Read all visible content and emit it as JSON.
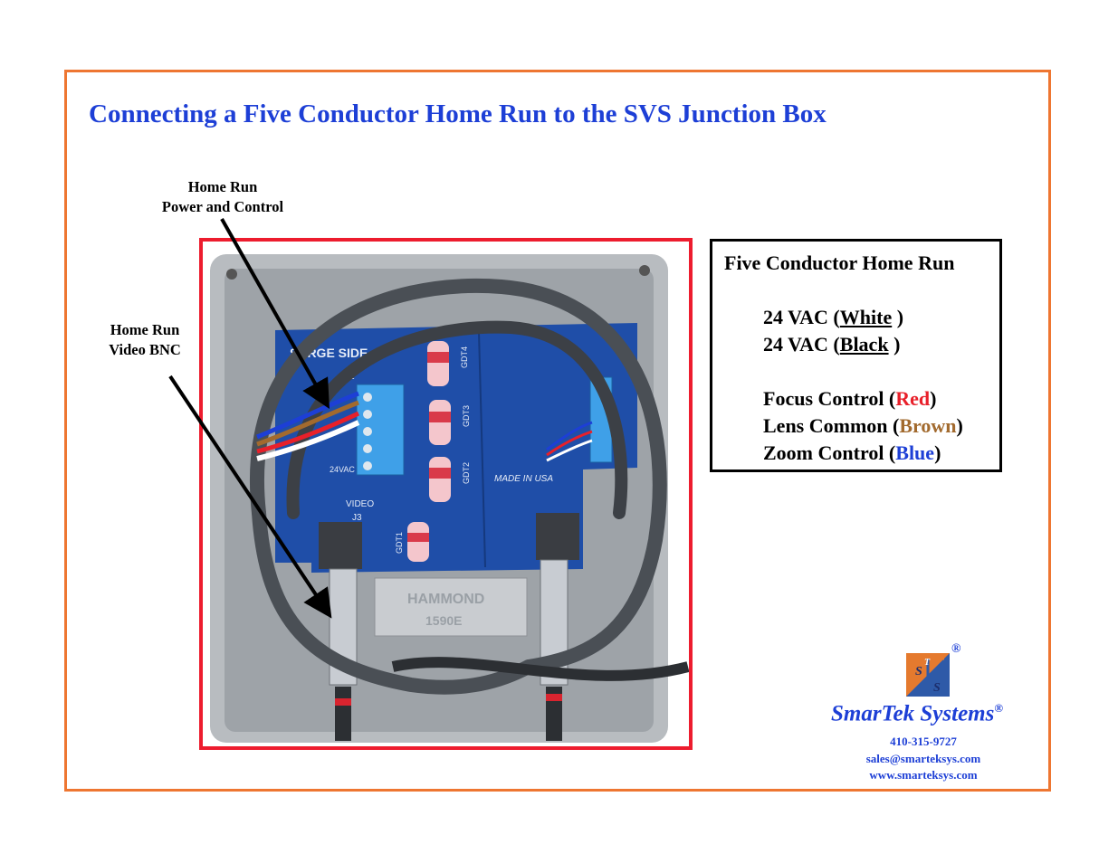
{
  "title": "Connecting a Five Conductor Home Run to the SVS Junction Box",
  "callouts": {
    "power": {
      "line1": "Home Run",
      "line2": "Power and Control"
    },
    "video": {
      "line1": "Home Run",
      "line2": "Video BNC"
    }
  },
  "photo_labels": {
    "surge_side": "SURGE SIDE",
    "j1": "J1",
    "j3": "J3",
    "video": "VIDEO",
    "vac": "24VAC",
    "made_in": "MADE IN USA",
    "gdt1": "GDT1",
    "gdt2": "GDT2",
    "gdt3": "GDT3",
    "gdt4": "GDT4",
    "hammond1": "HAMMOND",
    "hammond2": "1590E"
  },
  "legend": {
    "heading": "Five Conductor Home Run",
    "rows": [
      {
        "prefix": "24 VAC (",
        "color_word": "White",
        "suffix": " )",
        "color": "#000000"
      },
      {
        "prefix": "24 VAC (",
        "color_word": "Black",
        "suffix": " )",
        "color": "#000000"
      },
      {
        "prefix": "Focus Control (",
        "color_word": "Red",
        "suffix": ")",
        "color": "#e8202a"
      },
      {
        "prefix": "Lens Common (",
        "color_word": "Brown",
        "suffix": ")",
        "color": "#a26a2e"
      },
      {
        "prefix": "Zoom Control (",
        "color_word": "Blue",
        "suffix": ")",
        "color": "#1d3fd6"
      }
    ]
  },
  "logo": {
    "letters": [
      "S",
      "T",
      "S"
    ],
    "registered": "®"
  },
  "company": {
    "name": "SmarTek Systems",
    "registered": "®"
  },
  "contact": {
    "phone": "410-315-9727",
    "email": "sales@smarteksys.com",
    "website": "www.smarteksys.com"
  },
  "colors": {
    "accent_blue": "#1d3fd6",
    "frame_orange": "#ee7631",
    "photo_border_red": "#ed1c2e"
  }
}
